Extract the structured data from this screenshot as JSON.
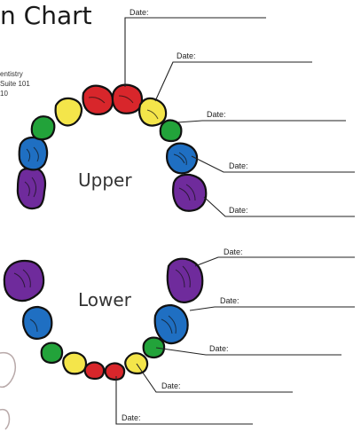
{
  "title": "n Chart",
  "address_lines": [
    "entistry",
    "Suite 101",
    "10"
  ],
  "arch_labels": {
    "upper": "Upper",
    "lower": "Lower"
  },
  "date_labels": [
    "Date:",
    "Date:",
    "Date:",
    "Date:",
    "Date:",
    "Date:",
    "Date:",
    "Date:",
    "Date:",
    "Date:"
  ],
  "colors": {
    "red": "#d8262b",
    "yellow": "#f4e54a",
    "green": "#22a33a",
    "blue": "#1f6fc2",
    "purple": "#6f2b9c",
    "outline": "#111111"
  },
  "teeth": {
    "upper": [
      "purple",
      "blue",
      "green",
      "yellow",
      "red",
      "red",
      "yellow",
      "green",
      "blue",
      "purple"
    ],
    "lower": [
      "purple",
      "blue",
      "green",
      "yellow",
      "red",
      "red",
      "yellow",
      "green",
      "blue",
      "purple"
    ]
  }
}
